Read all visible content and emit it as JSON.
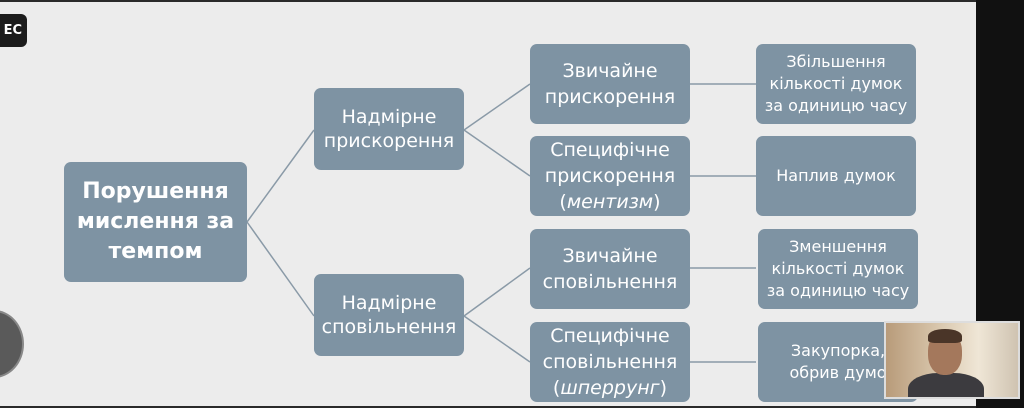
{
  "badge": "EC",
  "root": {
    "lines": [
      "Порушення",
      "мислення за",
      "темпом"
    ]
  },
  "branches": [
    {
      "label": [
        "Надмірне",
        "прискорення"
      ],
      "children": [
        {
          "label": [
            "Звичайне",
            "прискорення"
          ],
          "detail": [
            "Збільшення",
            "кількості думок",
            "за одиницю часу"
          ]
        },
        {
          "label": [
            "Специфічне",
            "прискорення"
          ],
          "label_term": "ментизм",
          "detail": [
            "Наплив думок"
          ]
        }
      ]
    },
    {
      "label": [
        "Надмірне",
        "сповільнення"
      ],
      "children": [
        {
          "label": [
            "Звичайне",
            "сповільнення"
          ],
          "detail": [
            "Зменшення",
            "кількості думок",
            "за одиницю часу"
          ]
        },
        {
          "label": [
            "Специфічне",
            "сповільнення"
          ],
          "label_term": "шперрунг",
          "detail": [
            "Закупорка,",
            "обрив думо"
          ]
        }
      ]
    }
  ],
  "colors": {
    "node_fill": "#7e93a3",
    "slide_bg": "#ececec",
    "connector": "#8a9aa7"
  }
}
